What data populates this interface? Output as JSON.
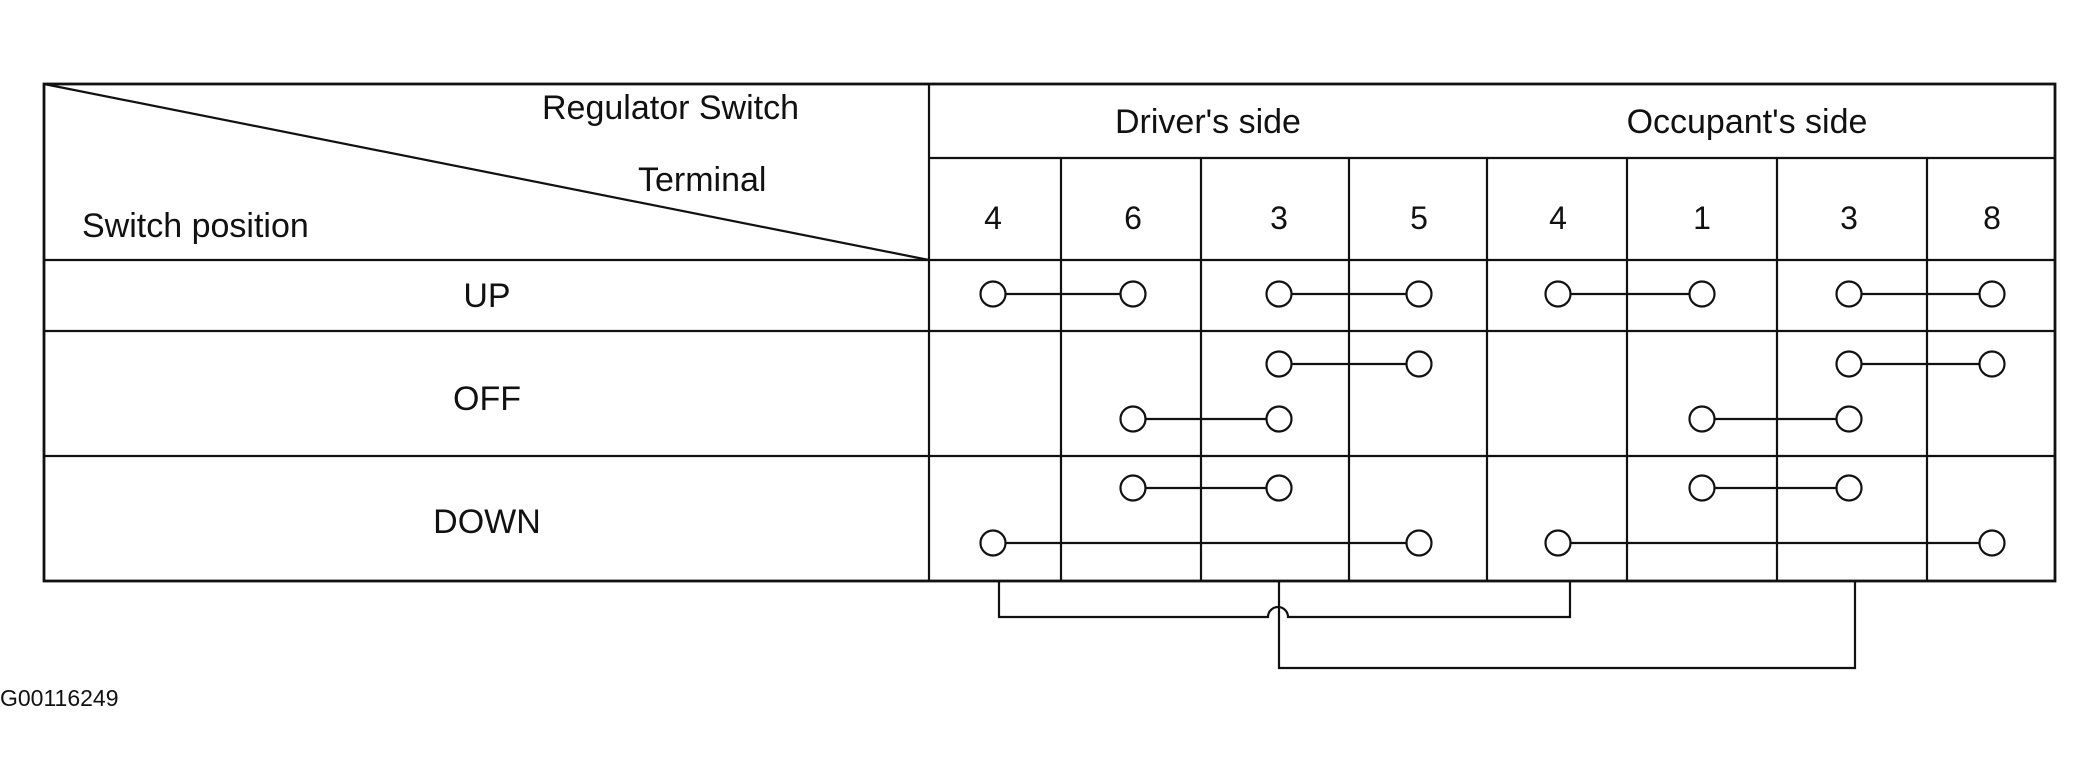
{
  "header": {
    "regulator_switch": "Regulator Switch",
    "terminal": "Terminal",
    "switch_position": "Switch position",
    "drivers_side": "Driver's side",
    "occupants_side": "Occupant's side"
  },
  "terminals": [
    "4",
    "6",
    "3",
    "5",
    "4",
    "1",
    "3",
    "8"
  ],
  "positions": [
    {
      "label": "UP",
      "connections": [
        {
          "from": 0,
          "to": 1
        },
        {
          "from": 2,
          "to": 3
        },
        {
          "from": 4,
          "to": 5
        },
        {
          "from": 6,
          "to": 7
        }
      ]
    },
    {
      "label": "OFF",
      "connections": [
        {
          "from": 2,
          "to": 3,
          "level": "upper"
        },
        {
          "from": 6,
          "to": 7,
          "level": "upper"
        },
        {
          "from": 1,
          "to": 2,
          "level": "lower"
        },
        {
          "from": 5,
          "to": 6,
          "level": "lower"
        }
      ]
    },
    {
      "label": "DOWN",
      "connections": [
        {
          "from": 1,
          "to": 2,
          "level": "upper"
        },
        {
          "from": 5,
          "to": 6,
          "level": "upper"
        },
        {
          "from": 0,
          "to": 3,
          "level": "lower"
        },
        {
          "from": 4,
          "to": 7,
          "level": "lower"
        }
      ]
    }
  ],
  "figure_code": "G00116249"
}
